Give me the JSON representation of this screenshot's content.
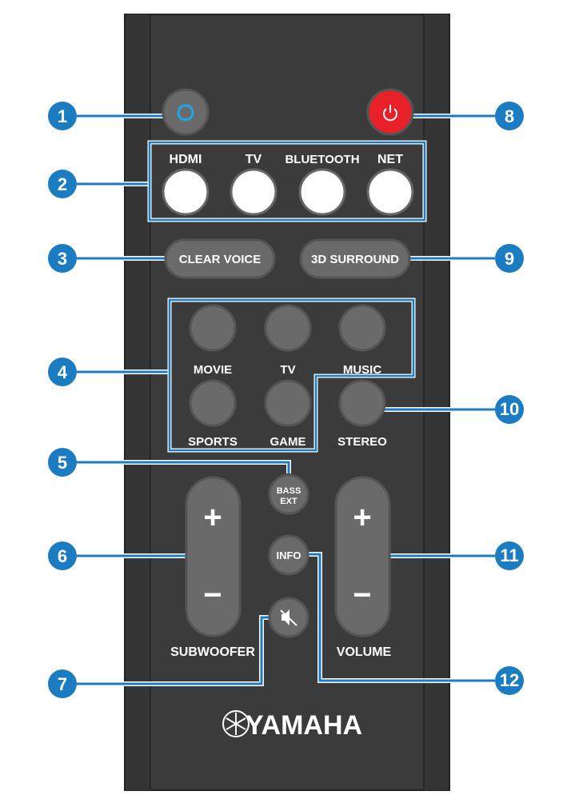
{
  "remote": {
    "brand": "YAMAHA",
    "input_buttons": [
      "HDMI",
      "TV",
      "BLUETOOTH",
      "NET"
    ],
    "clear_voice": "CLEAR VOICE",
    "surround": "3D SURROUND",
    "sound_modes": [
      "MOVIE",
      "TV",
      "MUSIC",
      "SPORTS",
      "GAME",
      "STEREO"
    ],
    "bass_ext": [
      "BASS",
      "EXT"
    ],
    "info": "INFO",
    "subwoofer": "SUBWOOFER",
    "volume": "VOLUME",
    "plus": "+",
    "minus": "−"
  },
  "callouts": [
    "1",
    "2",
    "3",
    "4",
    "5",
    "6",
    "7",
    "8",
    "9",
    "10",
    "11",
    "12"
  ],
  "colors": {
    "callout": "#1b7cc1",
    "power": "#e8202a",
    "alexa": "#1ea7e8",
    "body": "#3b3b3b"
  }
}
